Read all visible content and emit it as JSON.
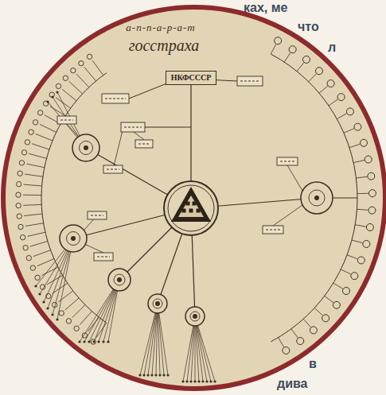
{
  "diagram": {
    "nodes": [
      {
        "text": [
          "НКФСССР"
        ]
      }
    ],
    "labels": [
      "а-п-п-а-р-а-т",
      "госстраха",
      "ках, ме",
      "что",
      "л",
      "в",
      "дива"
    ]
  }
}
